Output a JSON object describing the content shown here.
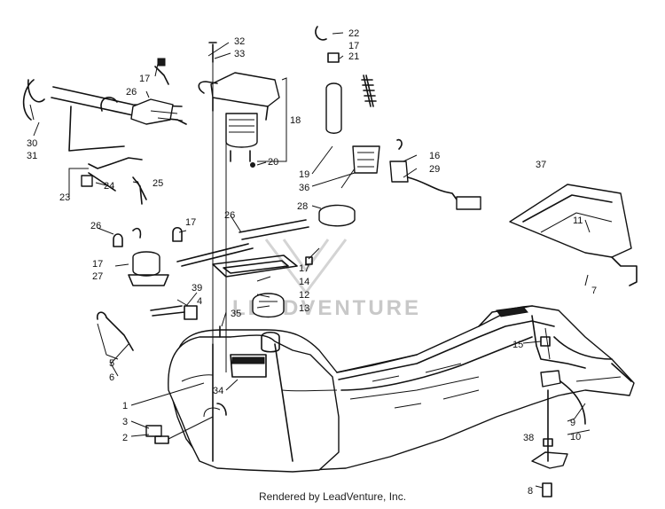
{
  "diagram": {
    "watermark": "LEADVENTURE",
    "footer": "Rendered by LeadVenture, Inc.",
    "callouts": {
      "c1": "1",
      "c2": "2",
      "c3": "3",
      "c4": "4",
      "c5": "5",
      "c6": "6",
      "c7": "7",
      "c8": "8",
      "c9": "9",
      "c10": "10",
      "c11": "11",
      "c12": "12",
      "c13": "13",
      "c14": "14",
      "c15": "15",
      "c16": "16",
      "c17a": "17",
      "c17b": "17",
      "c17c": "17",
      "c17d": "17",
      "c17e": "17",
      "c18": "18",
      "c19": "19",
      "c20": "20",
      "c21": "21",
      "c22": "22",
      "c23": "23",
      "c24": "24",
      "c25": "25",
      "c26a": "26",
      "c26b": "26",
      "c26c": "26",
      "c27": "27",
      "c28": "28",
      "c29": "29",
      "c30": "30",
      "c31": "31",
      "c32": "32",
      "c33": "33",
      "c34": "34",
      "c35": "35",
      "c36": "36",
      "c37": "37",
      "c38": "38",
      "c39": "39"
    }
  }
}
